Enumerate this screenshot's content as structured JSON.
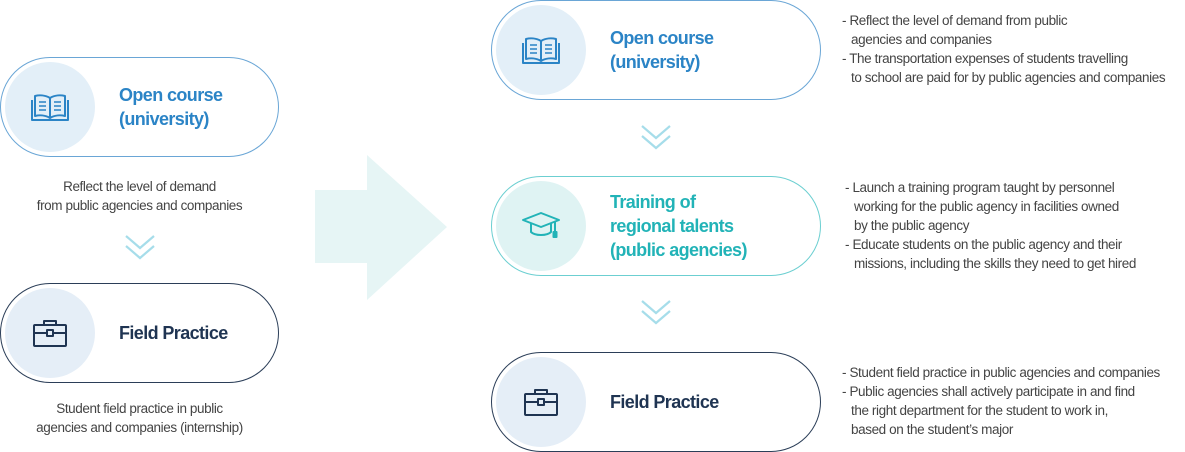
{
  "left": {
    "open_course_title": "Open course\n(university)",
    "open_course_caption": "Reflect the level of demand\nfrom public agencies and companies",
    "field_practice_title": "Field Practice",
    "field_practice_caption": "Student field practice in public\nagencies and companies (internship)"
  },
  "right": {
    "open_course_title": "Open course\n(university)",
    "open_course_points": [
      "Reflect the level of demand from public\nagencies and companies",
      "The transportation expenses of students travelling\nto school are paid for by public agencies and companies"
    ],
    "training_title": "Training of\nregional talents\n(public agencies)",
    "training_points": [
      "Launch a training program taught by personnel\nworking for the public agency in facilities owned\nby the public agency",
      "Educate students on the public agency and their\nmissions, including the skills they need to get hired"
    ],
    "field_practice_title": "Field Practice",
    "field_practice_points": [
      "Student field practice in public agencies and companies",
      "Public agencies shall actively participate in and find\nthe right department for the student to work in,\nbased on the student’s major"
    ]
  },
  "icons": {
    "open_course": "open-book-icon",
    "training": "graduation-cap-icon",
    "field_practice": "briefcase-icon"
  },
  "colors": {
    "blue": "#2b84c6",
    "teal": "#22b3b7",
    "navy": "#1f3452",
    "arrow": "#e6f5f5"
  }
}
